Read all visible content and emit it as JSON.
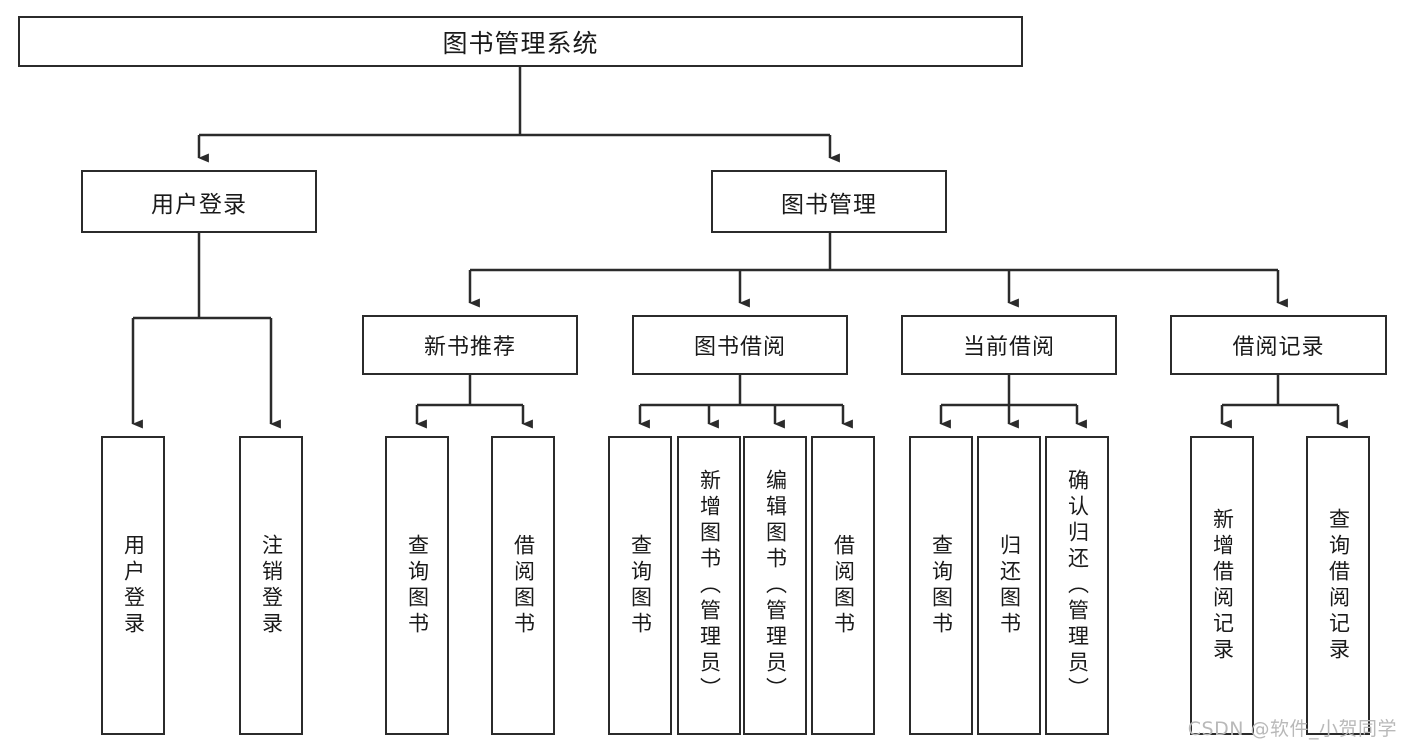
{
  "diagram": {
    "title": "图书管理系统",
    "watermark": "CSDN @软件_小贺同学",
    "line_color": "#2b2b2b",
    "box_fill": "#ffffff",
    "text_color": "#1a1a1a",
    "watermark_color": "#b9b9b9"
  },
  "nodes": {
    "root": {
      "label": "图书管理系统"
    },
    "level2": [
      {
        "label": "用户登录"
      },
      {
        "label": "图书管理"
      }
    ],
    "level3": [
      {
        "label": "新书推荐"
      },
      {
        "label": "图书借阅"
      },
      {
        "label": "当前借阅"
      },
      {
        "label": "借阅记录"
      }
    ],
    "leaves": {
      "user_login": [
        {
          "label": "用户登录"
        },
        {
          "label": "注销登录"
        }
      ],
      "new_book_recommend": [
        {
          "label": "查询图书"
        },
        {
          "label": "借阅图书"
        }
      ],
      "book_borrow": [
        {
          "label": "查询图书"
        },
        {
          "label": "新增图书（管理员）"
        },
        {
          "label": "编辑图书（管理员）"
        },
        {
          "label": "借阅图书"
        }
      ],
      "current_borrow": [
        {
          "label": "查询图书"
        },
        {
          "label": "归还图书"
        },
        {
          "label": "确认归还（管理员）"
        }
      ],
      "borrow_record": [
        {
          "label": "新增借阅记录"
        },
        {
          "label": "查询借阅记录"
        }
      ]
    }
  }
}
